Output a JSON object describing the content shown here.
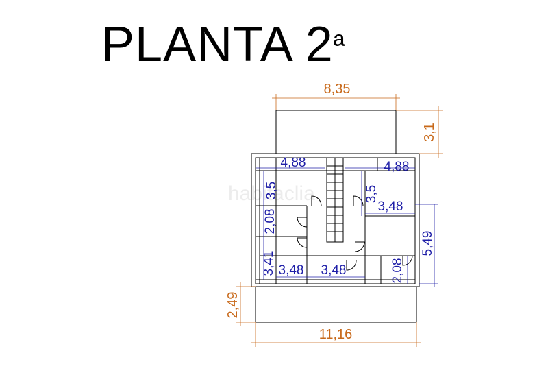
{
  "title": "PLANTA 2",
  "title_sup": "ª",
  "watermark": "habitaclia",
  "colors": {
    "exterior_dimension": "#c8691a",
    "interior_dimension": "#1f1fa8",
    "walls": "#000000"
  },
  "exterior_dimensions": {
    "top_width": "8,35",
    "top_height": "3,1",
    "bottom_height": "2,49",
    "bottom_width": "11,16"
  },
  "interior_dimensions": {
    "upper_left_width": "4,88",
    "upper_right_width": "4,88",
    "upper_left_height": "3,5",
    "upper_right_height": "3,5",
    "right_room_width": "3,48",
    "right_height": "5,49",
    "left_mid_height": "2,08",
    "left_lower_height": "3,41",
    "lower_left_width": "3,48",
    "lower_center_width": "3,48",
    "lower_right_height": "2,08"
  }
}
